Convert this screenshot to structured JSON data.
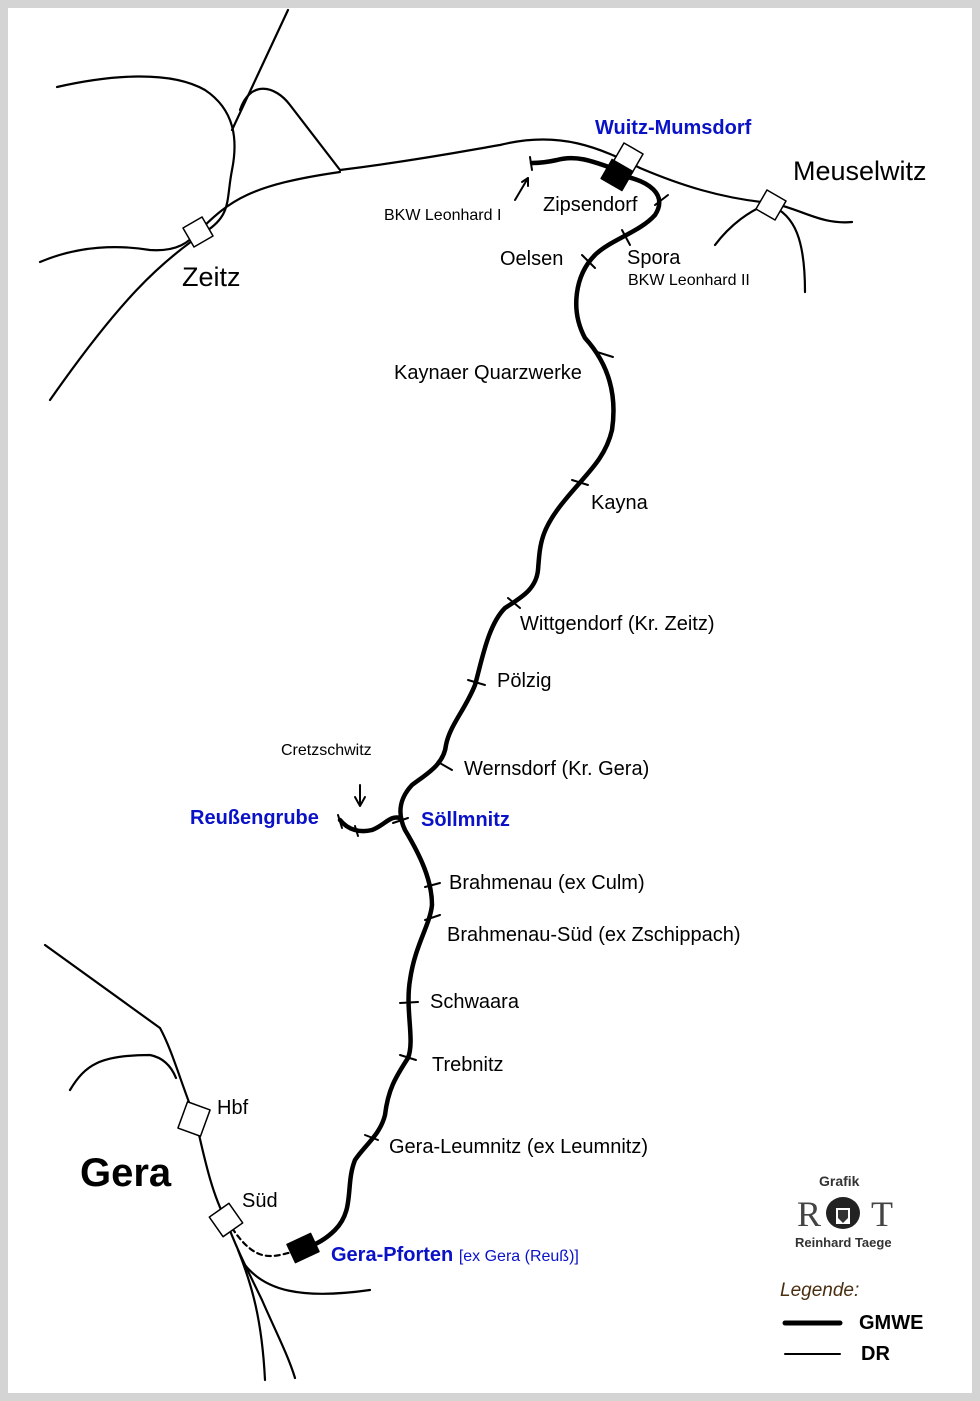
{
  "map": {
    "cities": {
      "zeitz": "Zeitz",
      "meuselwitz": "Meuselwitz",
      "gera": "Gera"
    },
    "gera_stations": {
      "hbf": "Hbf",
      "sued": "Süd"
    },
    "terminals": {
      "wuitz": "Wuitz-Mumsdorf",
      "reussengrube": "Reußengrube",
      "soellmnitz": "Söllmnitz",
      "gera_pforten": "Gera-Pforten",
      "gera_pforten_ex": "[ex Gera (Reuß)]"
    },
    "stops": [
      "Zipsendorf",
      "Oelsen",
      "Spora",
      "BKW Leonhard II",
      "Kaynaer Quarzwerke",
      "Kayna",
      "Wittgendorf (Kr. Zeitz)",
      "Pölzig",
      "Wernsdorf (Kr. Gera)",
      "Brahmenau (ex Culm)",
      "Brahmenau-Süd (ex Zschippach)",
      "Schwaara",
      "Trebnitz",
      "Gera-Leumnitz (ex Leumnitz)"
    ],
    "annotations": {
      "bkw1": "BKW Leonhard I",
      "cretzschwitz": "Cretzschwitz"
    }
  },
  "credit": {
    "grafik": "Grafik",
    "logo_left": "R",
    "logo_right": "T",
    "author": "Reinhard Taege"
  },
  "legend": {
    "title": "Legende:",
    "items": [
      {
        "label": "GMWE"
      },
      {
        "label": "DR"
      }
    ]
  },
  "colors": {
    "terminal": "#0a12c8",
    "legend_title": "#4a2e10"
  }
}
